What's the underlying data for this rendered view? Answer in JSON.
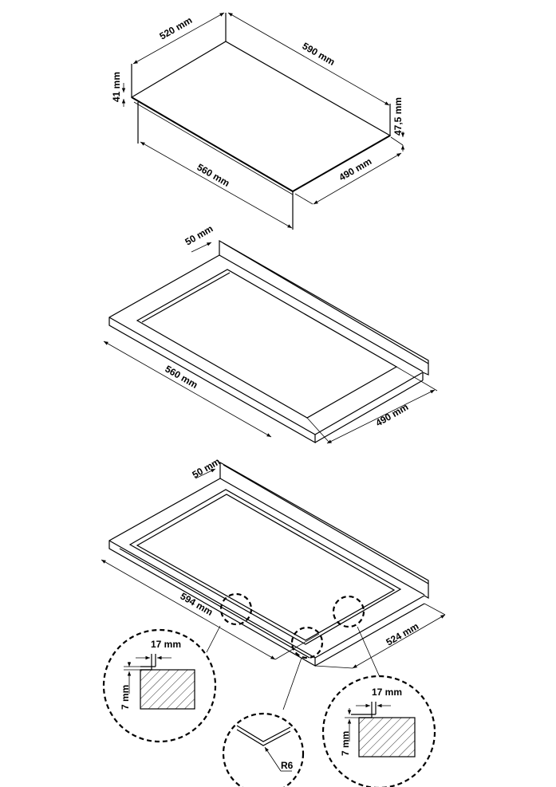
{
  "figure1": {
    "width_top": "520 mm",
    "length_top": "590 mm",
    "height_left": "41 mm",
    "height_right": "47,5 mm",
    "length_bottom": "560 mm",
    "width_bottom": "490 mm"
  },
  "figure2": {
    "backsplash": "50 mm",
    "cutout_length": "560 mm",
    "cutout_width": "490 mm"
  },
  "figure3": {
    "backsplash": "50 mm",
    "cutout_length": "594 mm",
    "cutout_width": "524 mm"
  },
  "details": {
    "left": {
      "step_width": "17 mm",
      "step_depth": "7 mm"
    },
    "center": {
      "radius": "R6"
    },
    "right": {
      "step_width": "17 mm",
      "step_depth": "7 mm"
    }
  }
}
